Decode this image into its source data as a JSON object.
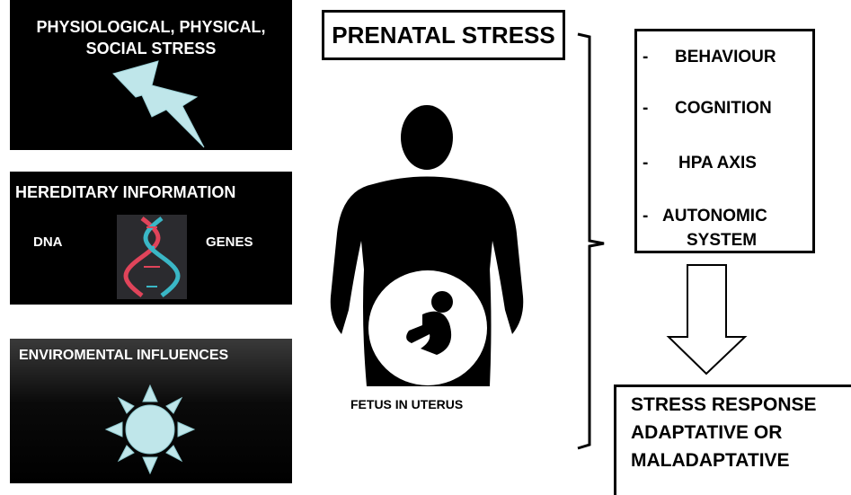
{
  "factors": {
    "stress": "PHYSIOLOGICAL, PHYSICAL, SOCIAL STRESS",
    "hereditary": {
      "title": "HEREDITARY INFORMATION",
      "left_label": "DNA",
      "right_label": "GENES"
    },
    "environmental": "ENVIROMENTAL INFLUENCES"
  },
  "center": {
    "title": "PRENATAL STRESS",
    "caption": "FETUS IN UTERUS"
  },
  "outcomes": {
    "items": [
      {
        "dash": "-",
        "label": "BEHAVIOUR"
      },
      {
        "dash": "-",
        "label": "COGNITION"
      },
      {
        "dash": "-",
        "label": "HPA AXIS"
      },
      {
        "dash": "-",
        "label": "AUTONOMIC"
      }
    ],
    "continuation": "SYSTEM"
  },
  "response": {
    "lines": [
      "STRESS RESPONSE",
      "ADAPTATIVE OR",
      "MALADAPTATIVE"
    ]
  },
  "colors": {
    "bolt": "#bfe6ea",
    "sun": "#bfe6ea",
    "dna_red": "#e0445a",
    "dna_teal": "#3ab7c6"
  }
}
